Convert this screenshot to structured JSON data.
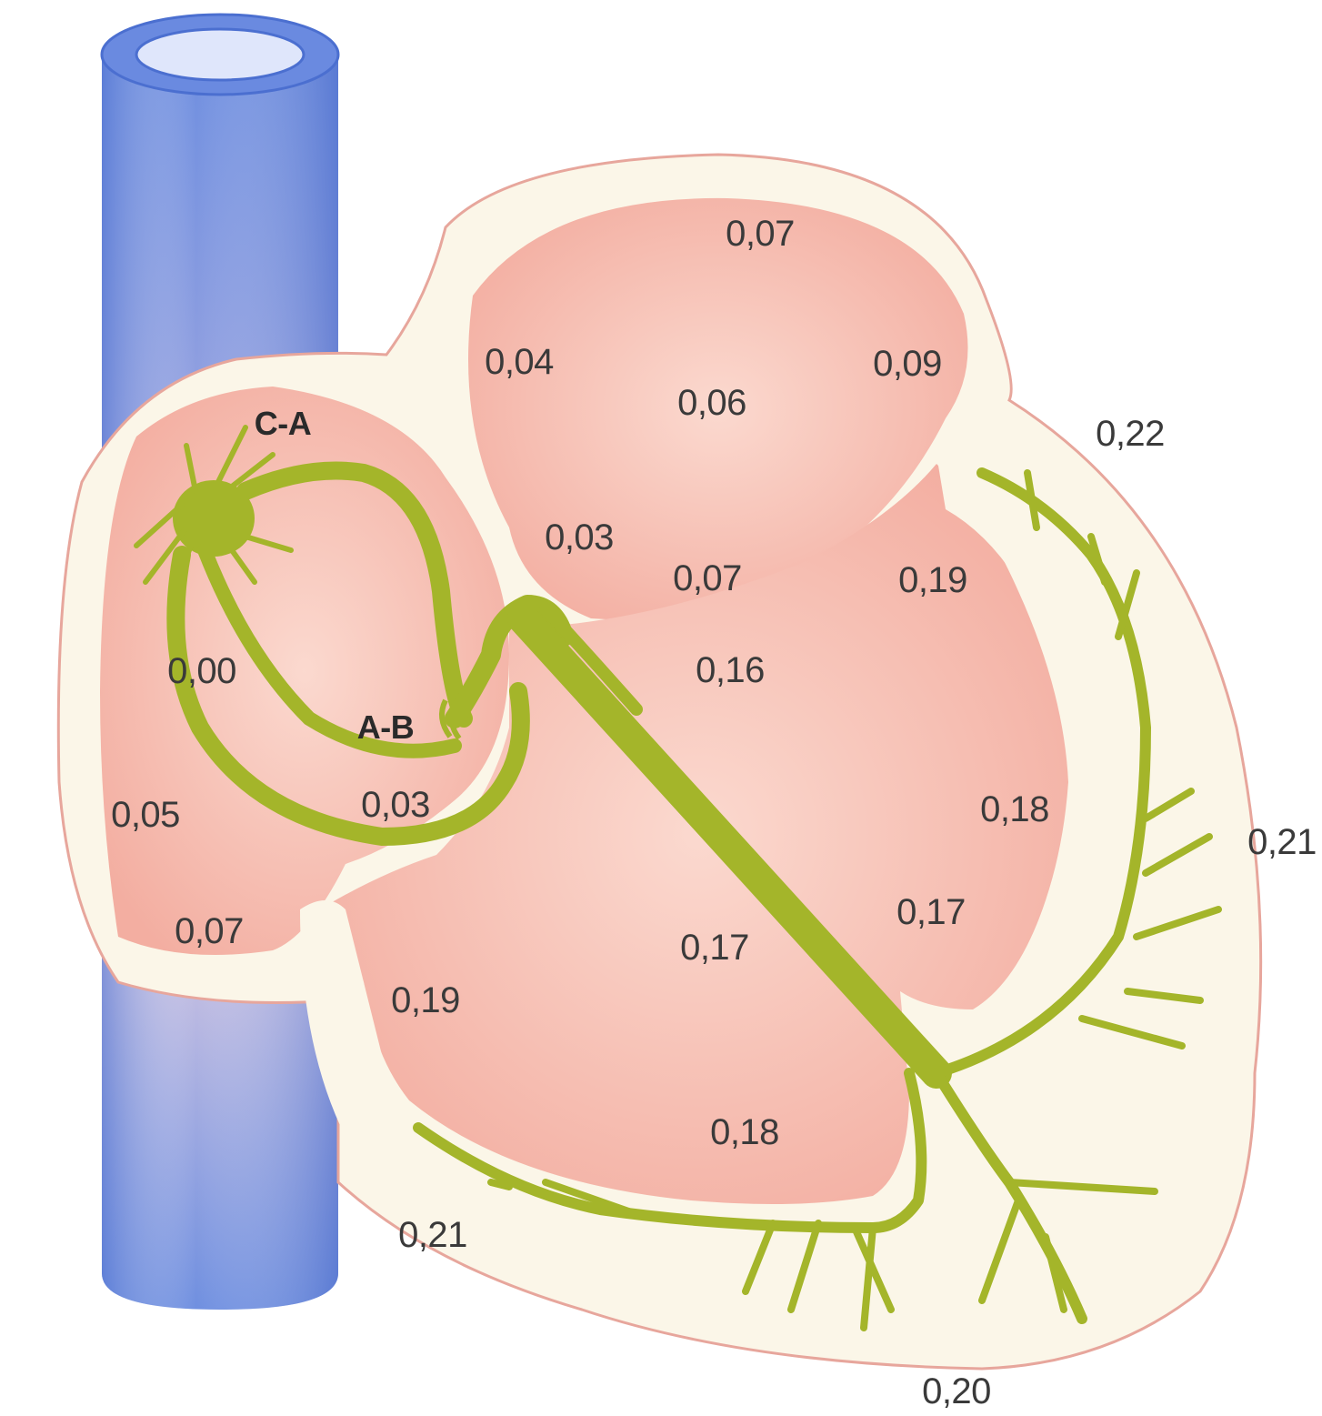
{
  "colors": {
    "vein": "#6f8fe0",
    "vein_dark": "#4b6fd0",
    "vein_fade": "#b9b6e2",
    "heart_wall": "#fbf6e8",
    "heart_outline": "#e7a69c",
    "chamber": "#f7c4b8",
    "chamber_dark": "#f2a79a",
    "conduction": "#a4b52a"
  },
  "nodes": {
    "sa_node": "C-A",
    "av_node": "A-B"
  },
  "times": {
    "sa_node": "0,00",
    "right_atrium_left": "0,05",
    "right_atrium_bottom": "0,07",
    "internodal": "0,03",
    "left_atrium_top": "0,07",
    "left_atrium_left": "0,04",
    "left_atrium_center": "0,06",
    "left_atrium_right": "0,09",
    "left_atrium_lower_left": "0,03",
    "left_atrium_lower": "0,07",
    "apex_right_outer": "0,22",
    "lv_upper": "0,19",
    "bundle": "0,16",
    "lv_mid": "0,18",
    "right_outer": "0,21",
    "lv_lower": "0,17",
    "septum": "0,17",
    "rv_upper": "0,19",
    "rv_lower": "0,18",
    "left_outer_bottom": "0,21",
    "bottom_apex": "0,20"
  }
}
